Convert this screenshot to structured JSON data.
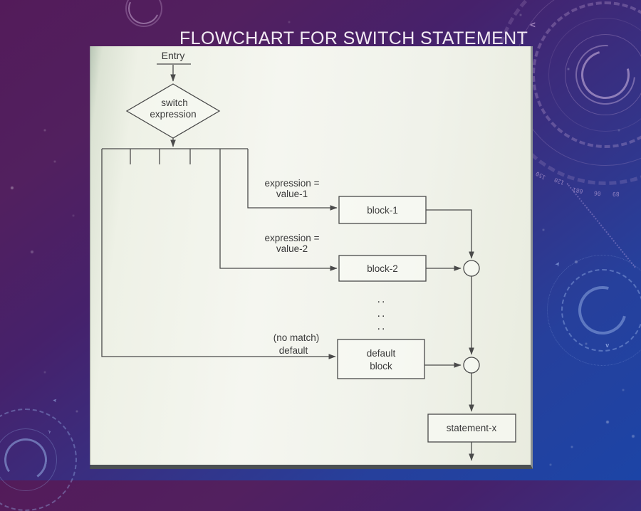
{
  "slide": {
    "title": "FLOWCHART FOR SWITCH STATEMENT"
  },
  "fc": {
    "entry": "Entry",
    "decision1": "switch",
    "decision2": "expression",
    "case1_l1": "expression =",
    "case1_l2": "value-1",
    "block1": "block-1",
    "case2_l1": "expression =",
    "case2_l2": "value-2",
    "block2": "block-2",
    "dots1": "..",
    "dots2": "..",
    "dots3": "..",
    "nomatch_l1": "(no match)",
    "nomatch_l2": "default",
    "defblock_l1": "default",
    "defblock_l2": "block",
    "statement": "statement-x"
  },
  "decor": {
    "nums": [
      "150",
      "120",
      "081",
      "06",
      "89"
    ],
    "chev_tr": "<",
    "chev_br": "v",
    "chev_bl": "›",
    "arrow_br": "➤",
    "arrow_bl": "➤"
  },
  "colors": {
    "bg_top": "#531b5a",
    "bg_bottom": "#1c44a6",
    "title": "#f2eaf3",
    "ink": "#4a4a4a",
    "scan_bg": "#f1f3ea"
  }
}
